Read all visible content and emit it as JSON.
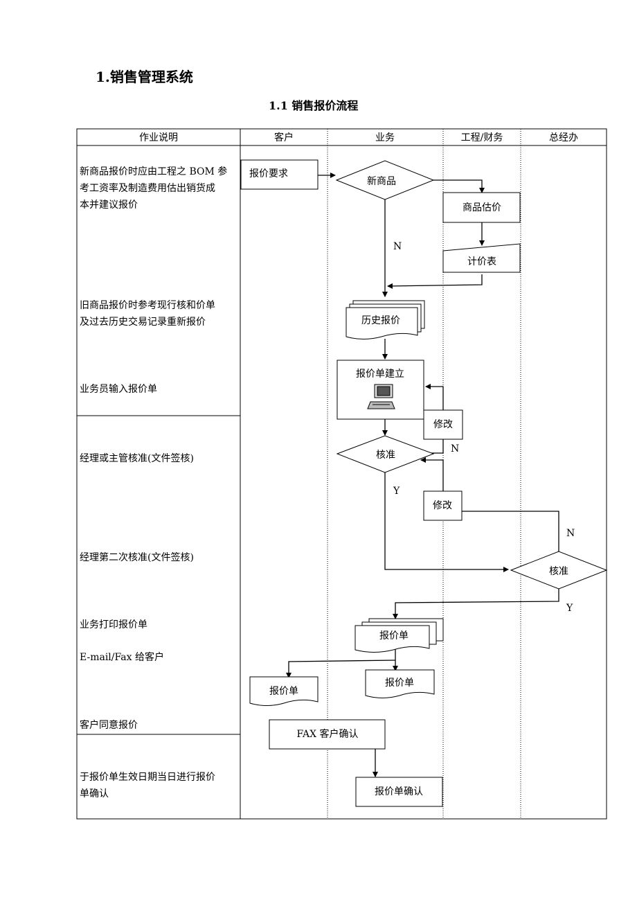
{
  "headings": {
    "section": "1.销售管理系统",
    "subsection": "1.1 销售报价流程"
  },
  "table": {
    "columns": [
      "作业说明",
      "客户",
      "业务",
      "工程/财务",
      "总经办"
    ]
  },
  "descriptions": [
    [
      "新商品报价时应由工程之 BOM 参",
      "考工资率及制造费用估出销货成",
      "本并建议报价"
    ],
    [
      "旧商品报价时参考现行核和价单",
      "及过去历史交易记录重新报价"
    ],
    [
      "业务员输入报价单"
    ],
    [
      "经理或主管核准(文件签核)"
    ],
    [
      "经理第二次核准(文件签核)"
    ],
    [
      "业务打印报价单"
    ],
    [
      "E-mail/Fax 给客户"
    ],
    [
      "客户同意报价"
    ],
    [
      "于报价单生效日期当日进行报价",
      "单确认"
    ]
  ],
  "nodes": {
    "request": "报价要求",
    "new_product": "新商品",
    "estimate": "商品估价",
    "price_sheet": "计价表",
    "history": "历史报价",
    "create_quote": "报价单建立",
    "modify1": "修改",
    "approve1": "核准",
    "modify2": "修改",
    "approve2": "核准",
    "quote_doc_stack": "报价单",
    "quote_doc_customer": "报价单",
    "quote_doc_business": "报价单",
    "fax_confirm": "FAX 客户确认",
    "quote_confirm": "报价单确认"
  },
  "labels": {
    "n1": "N",
    "n2": "N",
    "y1": "Y",
    "n3": "N",
    "y2": "Y"
  }
}
